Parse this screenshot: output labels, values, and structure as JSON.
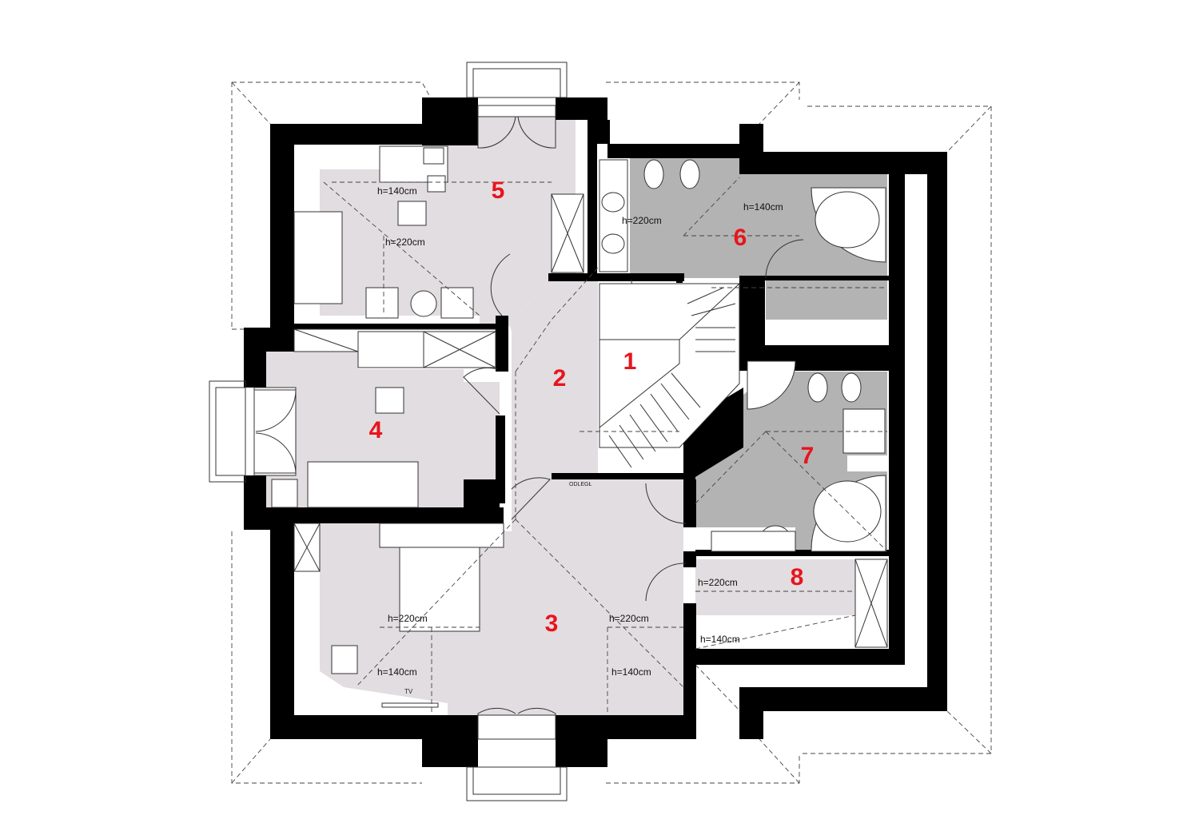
{
  "palette": {
    "wall": "#000000",
    "floor_light": "#e2dde0",
    "floor_dark": "#b3b3b3",
    "room_number": "#e8141c",
    "background": "#ffffff"
  },
  "rooms": [
    {
      "number": "1"
    },
    {
      "number": "2"
    },
    {
      "number": "3"
    },
    {
      "number": "4"
    },
    {
      "number": "5"
    },
    {
      "number": "6"
    },
    {
      "number": "7"
    },
    {
      "number": "8"
    }
  ],
  "height_labels": {
    "h140": "h=140cm",
    "h220": "h=220cm"
  },
  "annotations": {
    "stair_note": "ODLEGŁ",
    "tv": "TV"
  },
  "icons": [
    "toilet-icon",
    "bidet-icon",
    "washbasin-icon",
    "corner-bathtub-icon",
    "shower-tray-icon",
    "bed-icon",
    "desk-chair-icon",
    "armchair-icon",
    "wardrobe-icon",
    "stairs-icon",
    "balcony-icon",
    "door-swing-icon"
  ]
}
